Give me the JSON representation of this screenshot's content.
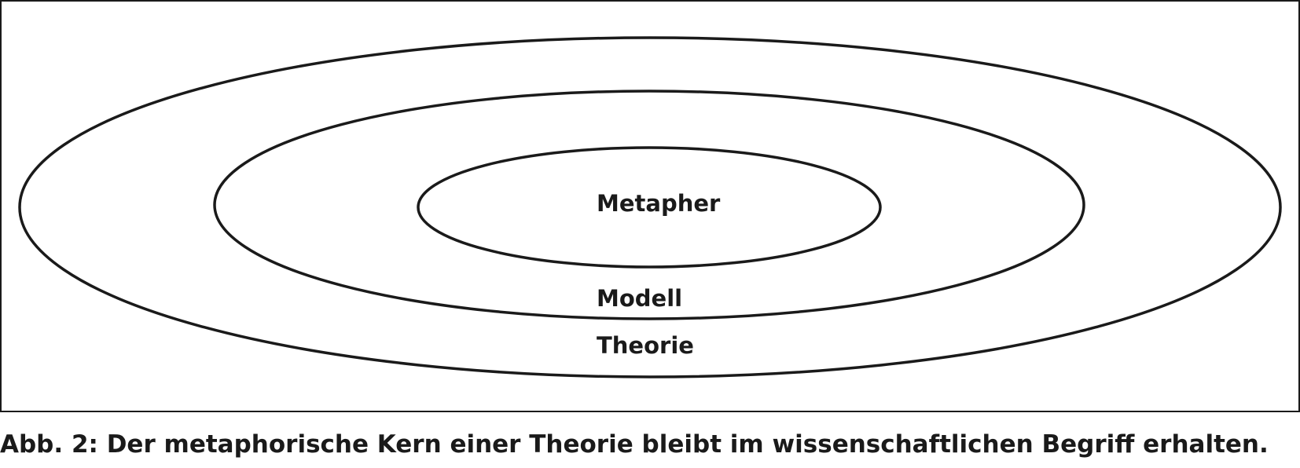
{
  "diagram": {
    "layers": [
      {
        "id": "outer",
        "label": "Theorie"
      },
      {
        "id": "middle",
        "label": "Modell"
      },
      {
        "id": "inner",
        "label": "Metapher"
      }
    ],
    "stroke_color": "#1a1a1a",
    "background_color": "#ffffff"
  },
  "caption": "Abb. 2: Der metaphorische Kern einer Theorie bleibt im wissenschaftlichen Begriff erhalten."
}
